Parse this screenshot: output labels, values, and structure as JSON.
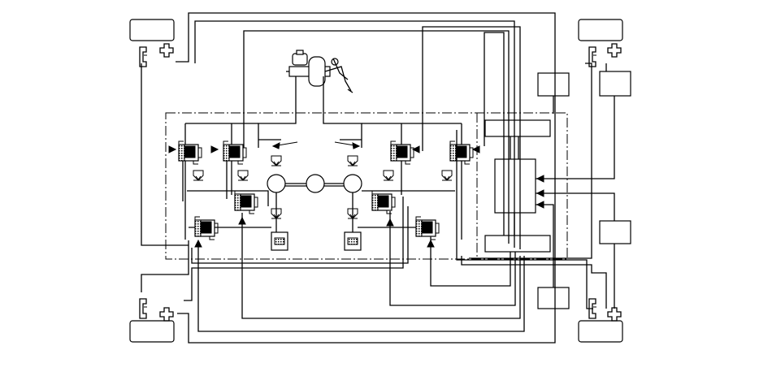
{
  "figure": {
    "colors": {
      "line": "#000000",
      "background": "#ffffff"
    },
    "components": {
      "wheels": [
        "wheel-front-left",
        "wheel-front-right",
        "wheel-rear-left",
        "wheel-rear-right"
      ],
      "wheel_speed_sensors": 4,
      "brake_pedal": 1,
      "master_cylinder": 1,
      "pressure_accumulators": 3,
      "pump_pistons": 2,
      "solenoid_valves": 8,
      "control_unit_blocks": 3
    }
  }
}
